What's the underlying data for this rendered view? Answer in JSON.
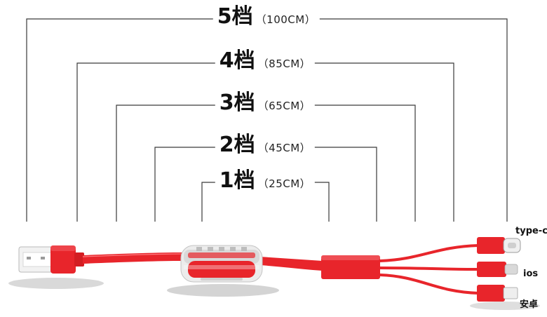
{
  "levels": [
    {
      "name": "5档",
      "length": "（100CM）"
    },
    {
      "name": "4档",
      "length": "（85CM）"
    },
    {
      "name": "3档",
      "length": "（65CM）"
    },
    {
      "name": "2档",
      "length": "（45CM）"
    },
    {
      "name": "1档",
      "length": "（25CM）"
    }
  ],
  "connectors": {
    "type_c": "type-c",
    "ios": "ios",
    "android": "安卓"
  },
  "colors": {
    "cable_red": "#e8252b",
    "cable_dark": "#b31218",
    "line": "#3a3a3a",
    "shadow": "#cfcfcf"
  }
}
